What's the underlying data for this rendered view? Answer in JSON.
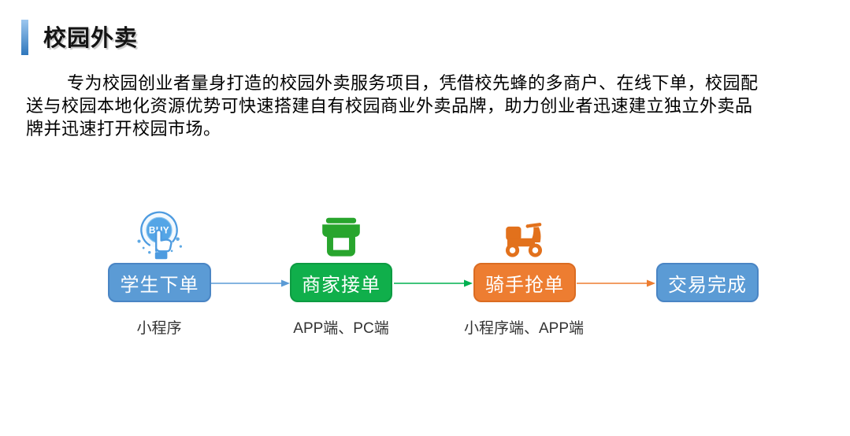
{
  "header": {
    "title": "校园外卖",
    "accent_bar_color_top": "#9CC7EF",
    "accent_bar_color_bottom": "#2F77BC"
  },
  "intro": {
    "lines": [
      "专为校园创业者量身打造的校园外卖服务项目，凭借校先蜂的多商户、在线下单，校园配",
      "送与校园本地化资源优势可快速搭建自有校园商业外卖品牌，助力创业者迅速建立独立外卖品",
      "牌并迅速打开校园市场。"
    ]
  },
  "flow": {
    "buy_icon_text": "BUY",
    "steps": [
      {
        "label": "学生下单",
        "sublabel": "小程序",
        "icon": "buy-button-hand-icon",
        "button_color": "#5B9BD5"
      },
      {
        "label": "商家接单",
        "sublabel": "APP端、PC端",
        "icon": "storefront-icon",
        "button_color": "#10AF4B"
      },
      {
        "label": "骑手抢单",
        "sublabel": "小程序端、APP端",
        "icon": "delivery-scooter-icon",
        "button_color": "#ED7D31"
      },
      {
        "label": "交易完成",
        "sublabel": "",
        "icon": null,
        "button_color": "#5B9BD5"
      }
    ],
    "connector_colors": [
      "#5B9BD5",
      "#00B050",
      "#ED7D31"
    ],
    "icon_colors": {
      "buy_blue": "#4D9BE0",
      "shop_green": "#28A52D",
      "scooter_orange": "#E2711C"
    }
  }
}
